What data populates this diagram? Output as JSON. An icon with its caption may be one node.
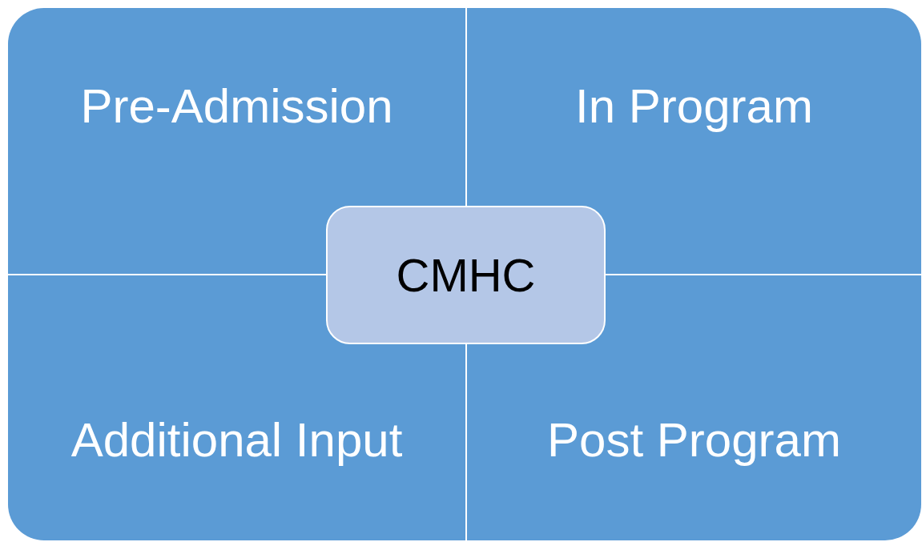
{
  "diagram": {
    "nodes": [
      {
        "text": [
          "Pre-Admission"
        ]
      },
      {
        "text": [
          "In Program"
        ]
      },
      {
        "text": [
          "CMHC"
        ]
      },
      {
        "text": [
          "Additional Input"
        ]
      },
      {
        "text": [
          "Post Program"
        ]
      }
    ],
    "edges": []
  }
}
